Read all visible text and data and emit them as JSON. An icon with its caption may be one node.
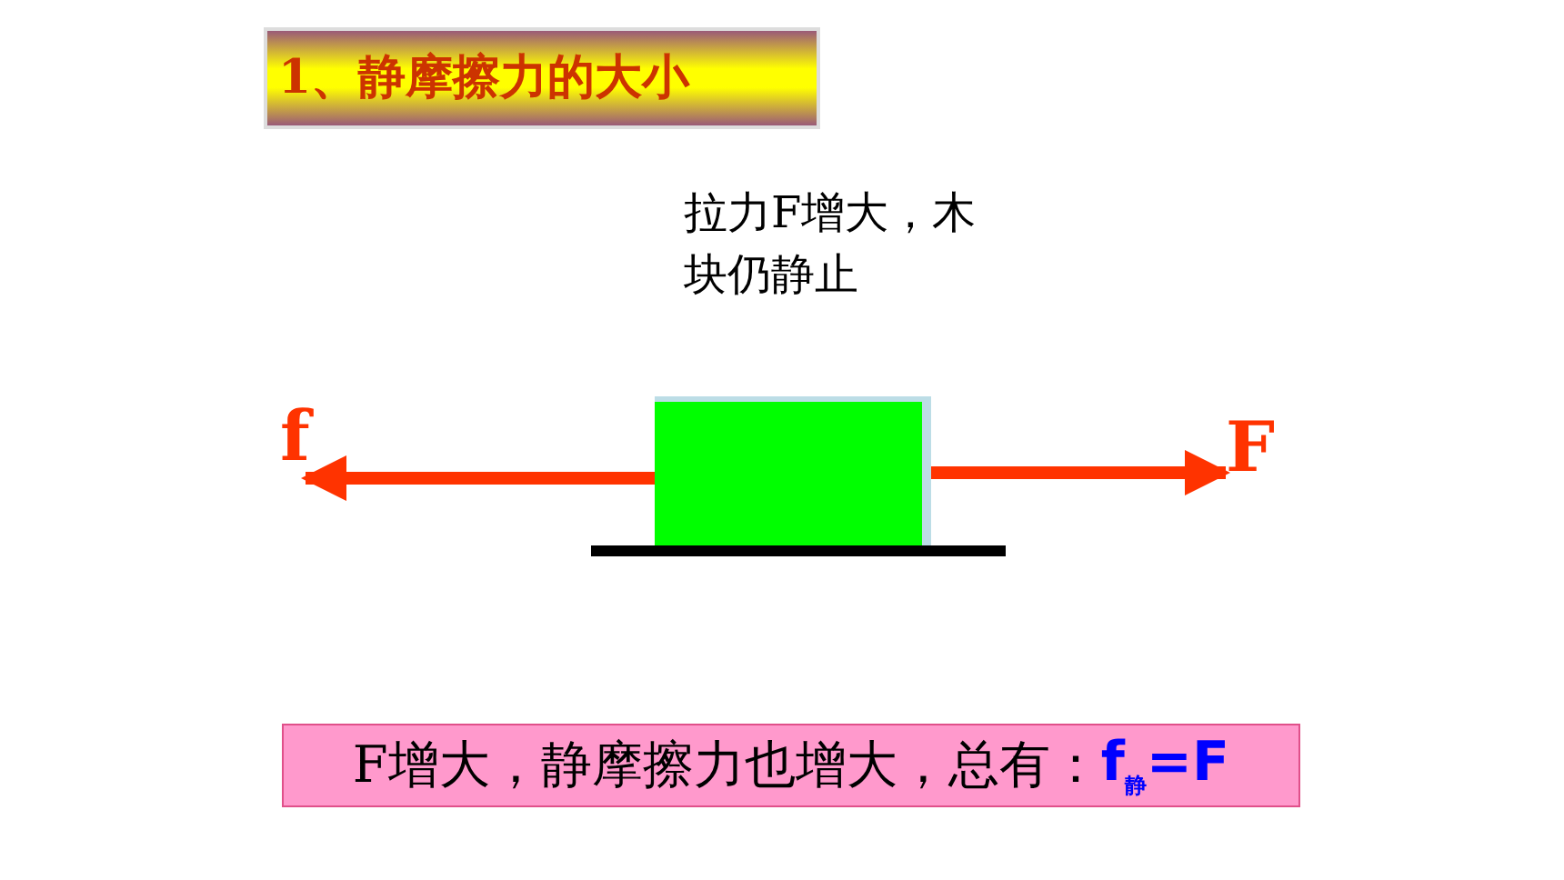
{
  "diagram": {
    "title": "1、静摩擦力的大小",
    "nodes": [
      {
        "text": [],
        "shape": "box"
      },
      {
        "text": [
          "f"
        ]
      },
      {
        "text": [
          "F"
        ]
      },
      {
        "text": [
          "F增大，静摩擦力也增大，总有：",
          "f$_{静}$=F"
        ]
      }
    ],
    "edges": [
      {
        "from": 0,
        "to": 1,
        "arrow": "to"
      },
      {
        "from": 0,
        "to": 2,
        "arrow": "to"
      }
    ],
    "labels": [
      "拉力F增大，木块仍静止"
    ]
  }
}
